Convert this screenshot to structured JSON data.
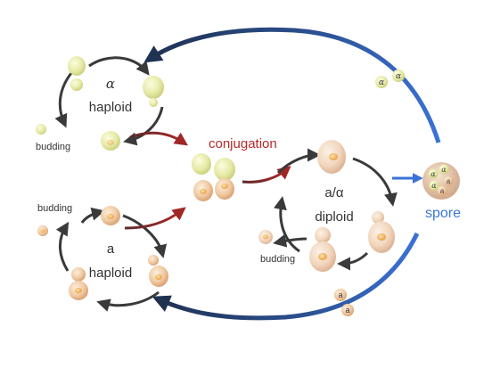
{
  "labels": {
    "alpha_symbol": "α",
    "haploid": "haploid",
    "a_symbol": "a",
    "budding": "budding",
    "conjugation": "conjugation",
    "diploid_type": "a/α",
    "diploid": "diploid",
    "spore": "spore"
  },
  "colors": {
    "alpha_cell": "#e6eaa6",
    "a_cell": "#f0c9a2",
    "diploid_cell": "#f2d6bd",
    "conjugation_arrow": "#a12626",
    "cycle_arrow": "#3a3a3a",
    "sporulation_arrow": "#3a72d6",
    "spore_return_arrow": "#1f3252"
  }
}
